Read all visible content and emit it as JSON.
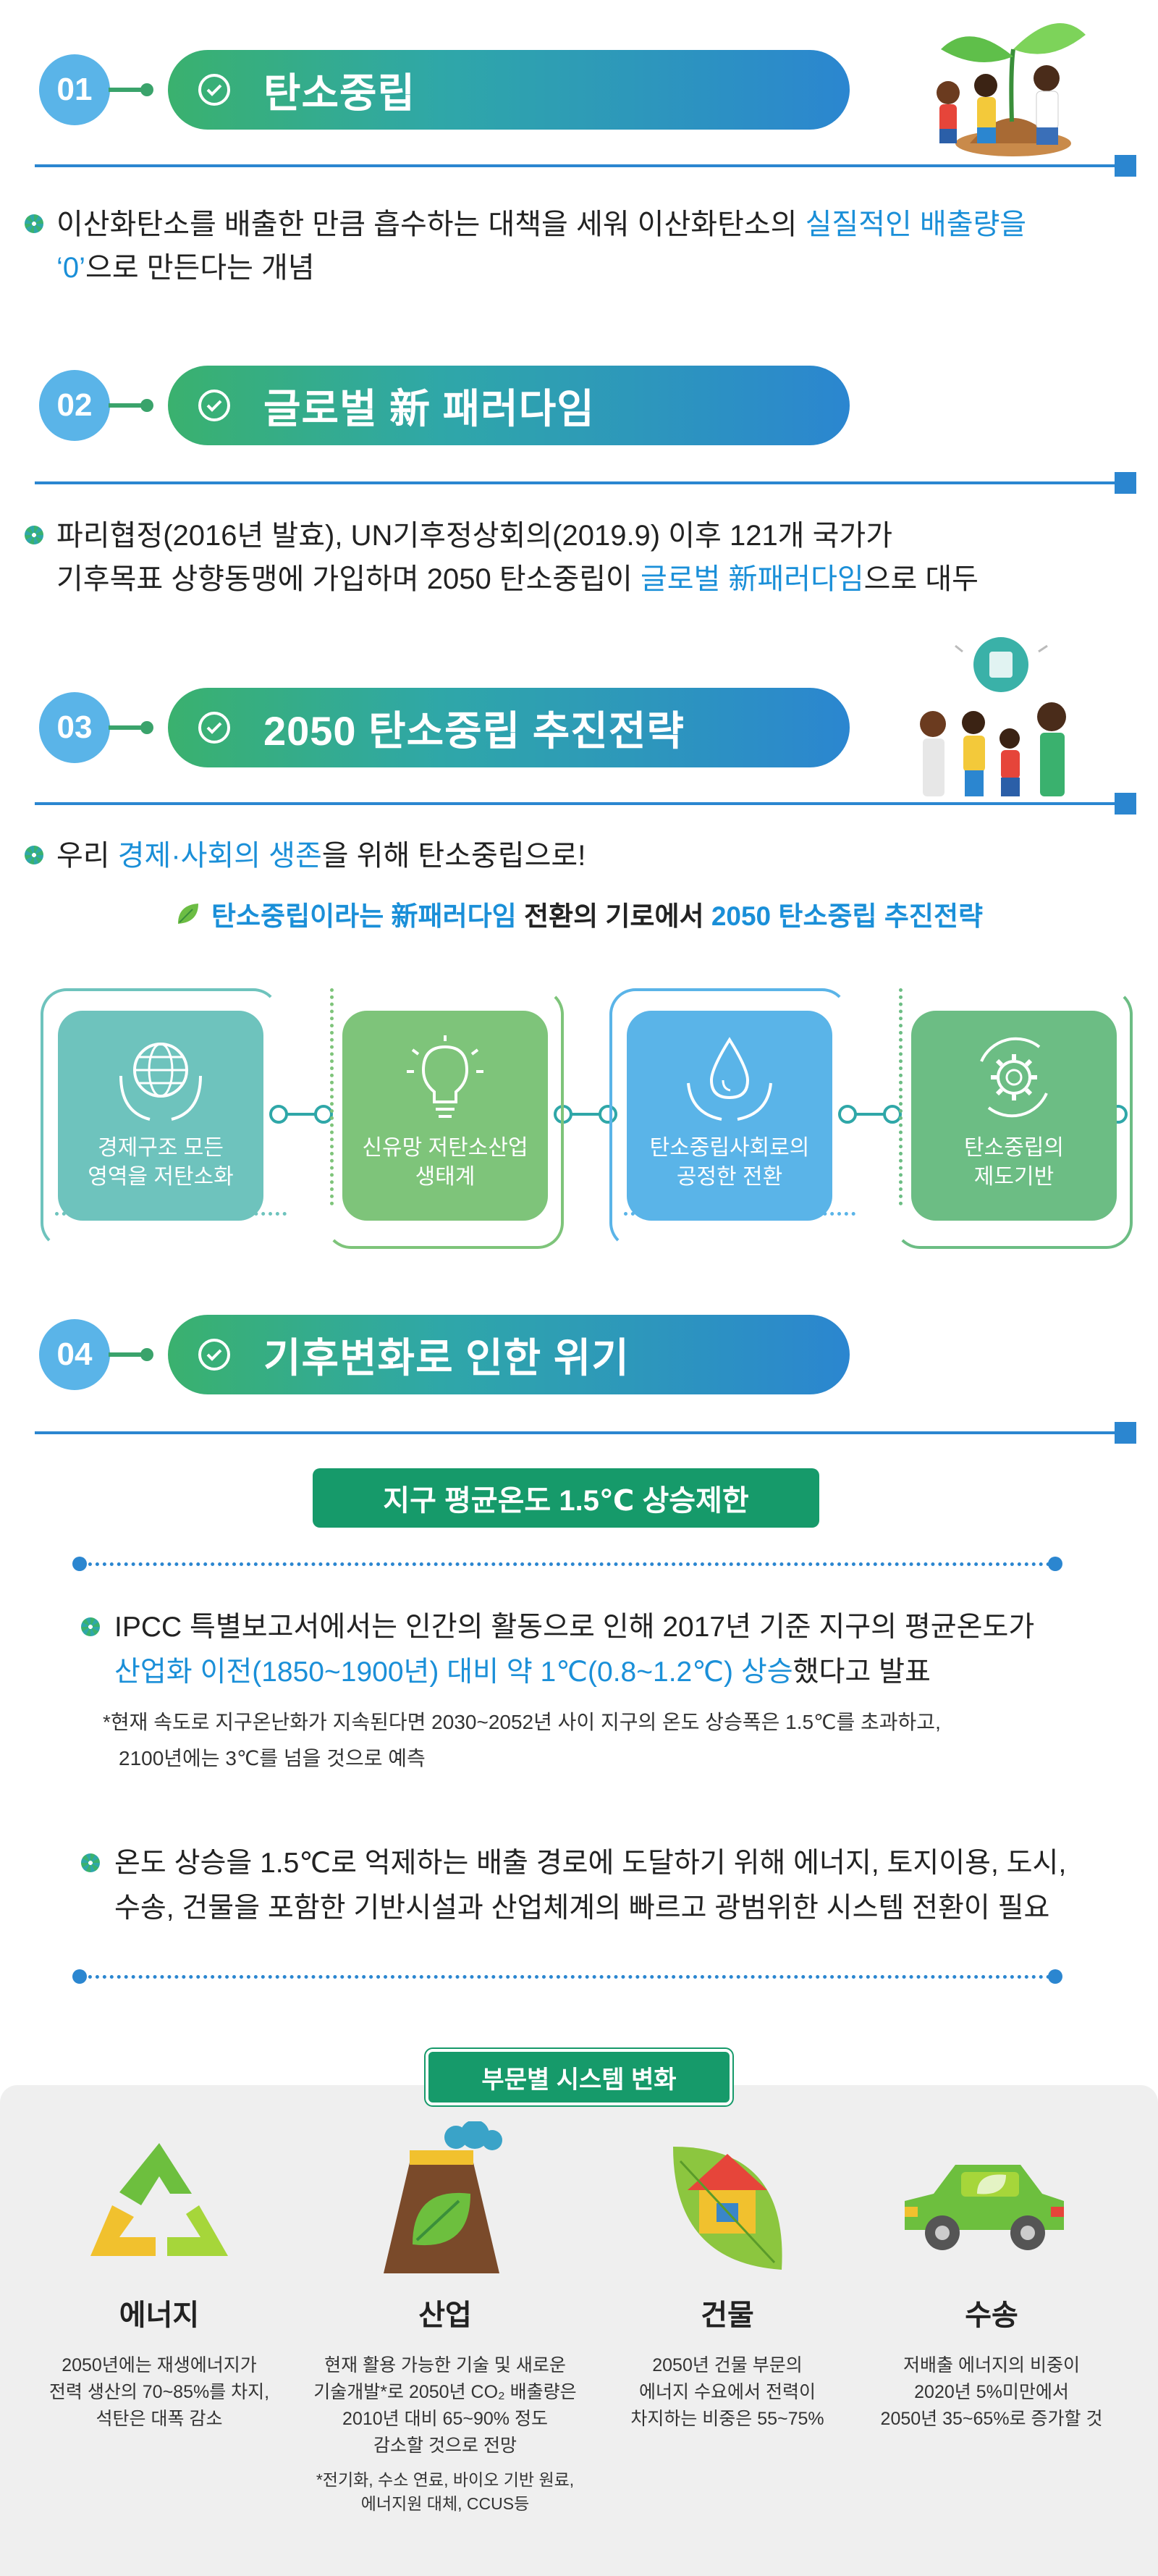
{
  "s1": {
    "num": "01",
    "title": "탄소중립",
    "line1a": "이산화탄소를 배출한 만큼 흡수하는 대책을 세워 이산화탄소의 ",
    "line1b": "실질적인 배출량을",
    "line2a": "‘0’",
    "line2b": "으로 만든다는 개념"
  },
  "s2": {
    "num": "02",
    "title": "글로벌 新 패러다임",
    "line1": "파리협정(2016년 발효), UN기후정상회의(2019.9) 이후 121개 국가가",
    "line2a": "기후목표 상향동맹에 가입하며 2050 탄소중립이 ",
    "line2b": "글로벌 新패러다임",
    "line2c": "으로 대두"
  },
  "s3": {
    "num": "03",
    "title": "2050 탄소중립 추진전략",
    "line1a": "우리 ",
    "line1b": "경제·사회의 생존",
    "line1c": "을 위해 탄소중립으로!",
    "sub_a": "탄소중립이라는 新패러다임",
    "sub_b": " 전환의 기로에서 ",
    "sub_c": "2050 탄소중립 추진전략",
    "cards": [
      {
        "label1": "경제구조 모든",
        "label2": "영역을 저탄소화",
        "color": "#6ec3bd"
      },
      {
        "label1": "신유망 저탄소산업",
        "label2": "생태계",
        "color": "#7ec47a"
      },
      {
        "label1": "탄소중립사회로의",
        "label2": "공정한 전환",
        "color": "#5ab4e8"
      },
      {
        "label1": "탄소중립의",
        "label2": "제도기반",
        "color": "#6cbd84"
      }
    ]
  },
  "s4": {
    "num": "04",
    "title": "기후변화로 인한 위기",
    "badge": "지구 평균온도 1.5℃ 상승제한",
    "p1_line1": "IPCC 특별보고서에서는 인간의 활동으로 인해 2017년 기준 지구의 평균온도가",
    "p1_line2a": "산업화 이전(1850~1900년) 대비 약 1℃(0.8~1.2℃) 상승",
    "p1_line2b": "했다고 발표",
    "note1": "*현재 속도로 지구온난화가 지속된다면 2030~2052년 사이 지구의 온도 상승폭은 1.5℃를 초과하고,",
    "note2": "2100년에는 3℃를 넘을 것으로 예측",
    "p2_line1": "온도 상승을 1.5℃로 억제하는 배출 경로에 도달하기 위해 에너지, 토지이용, 도시,",
    "p2_line2": "수송, 건물을 포함한 기반시설과 산업체계의 빠르고 광범위한 시스템 전환이 필요"
  },
  "sectors": {
    "badge": "부문별 시스템 변화",
    "items": [
      {
        "title": "에너지",
        "d1": "2050년에는 재생에너지가",
        "d2": "전력 생산의 70~85%를 차지,",
        "d3": "석탄은 대폭 감소",
        "d4": "",
        "n1": "",
        "n2": ""
      },
      {
        "title": "산업",
        "d1": "현재 활용 가능한 기술 및 새로운",
        "d2": "기술개발*로 2050년 CO₂ 배출량은",
        "d3": "2010년 대비 65~90% 정도",
        "d4": "감소할 것으로 전망",
        "n1": "*전기화, 수소 연료, 바이오 기반 원료,",
        "n2": "에너지원 대체, CCUS등"
      },
      {
        "title": "건물",
        "d1": "2050년 건물 부문의",
        "d2": "에너지 수요에서 전력이",
        "d3": "차지하는 비중은 55~75%",
        "d4": "",
        "n1": "",
        "n2": ""
      },
      {
        "title": "수송",
        "d1": "저배출 에너지의 비중이",
        "d2": "2020년 5%미만에서",
        "d3": "2050년 35~65%로 증가할 것",
        "d4": "",
        "n1": "",
        "n2": ""
      }
    ]
  },
  "colors": {
    "green": "#3ab16e",
    "blue": "#2b86d0",
    "teal": "#2fa7a8",
    "highlight": "#1a8fd8",
    "badge": "#169a6a"
  }
}
